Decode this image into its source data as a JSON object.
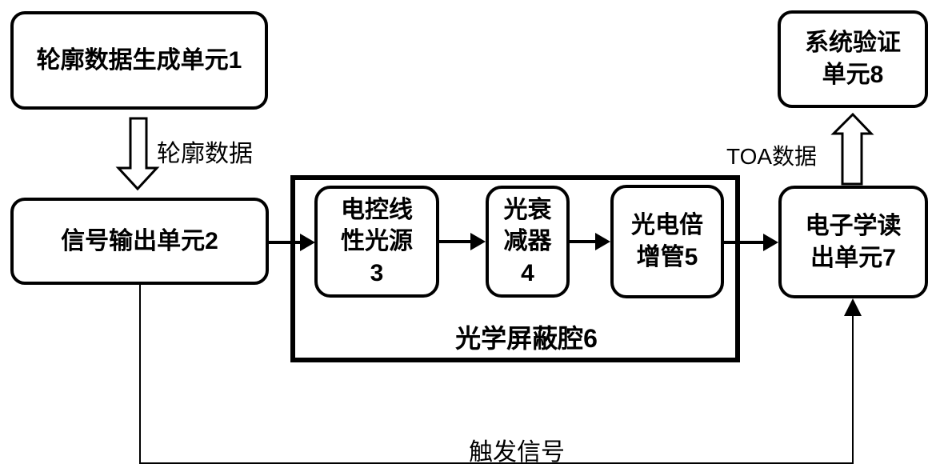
{
  "colors": {
    "line": "#000000",
    "background": "#ffffff"
  },
  "nodes": {
    "unit1": {
      "label": "轮廓数据生成单元1"
    },
    "unit2": {
      "label": "信号输出单元2"
    },
    "unit3": {
      "lines": [
        "电控线",
        "性光源",
        "3"
      ]
    },
    "unit4": {
      "lines": [
        "光衰",
        "减器",
        "4"
      ]
    },
    "unit5": {
      "lines": [
        "光电倍",
        "增管5"
      ]
    },
    "cavity6": {
      "label": "光学屏蔽腔6"
    },
    "unit7": {
      "lines": [
        "电子学读",
        "出单元7"
      ]
    },
    "unit8": {
      "lines": [
        "系统验证",
        "单元8"
      ]
    }
  },
  "edge_labels": {
    "contour_data": "轮廓数据",
    "toa_data": "TOA数据",
    "trigger_signal": "触发信号"
  }
}
